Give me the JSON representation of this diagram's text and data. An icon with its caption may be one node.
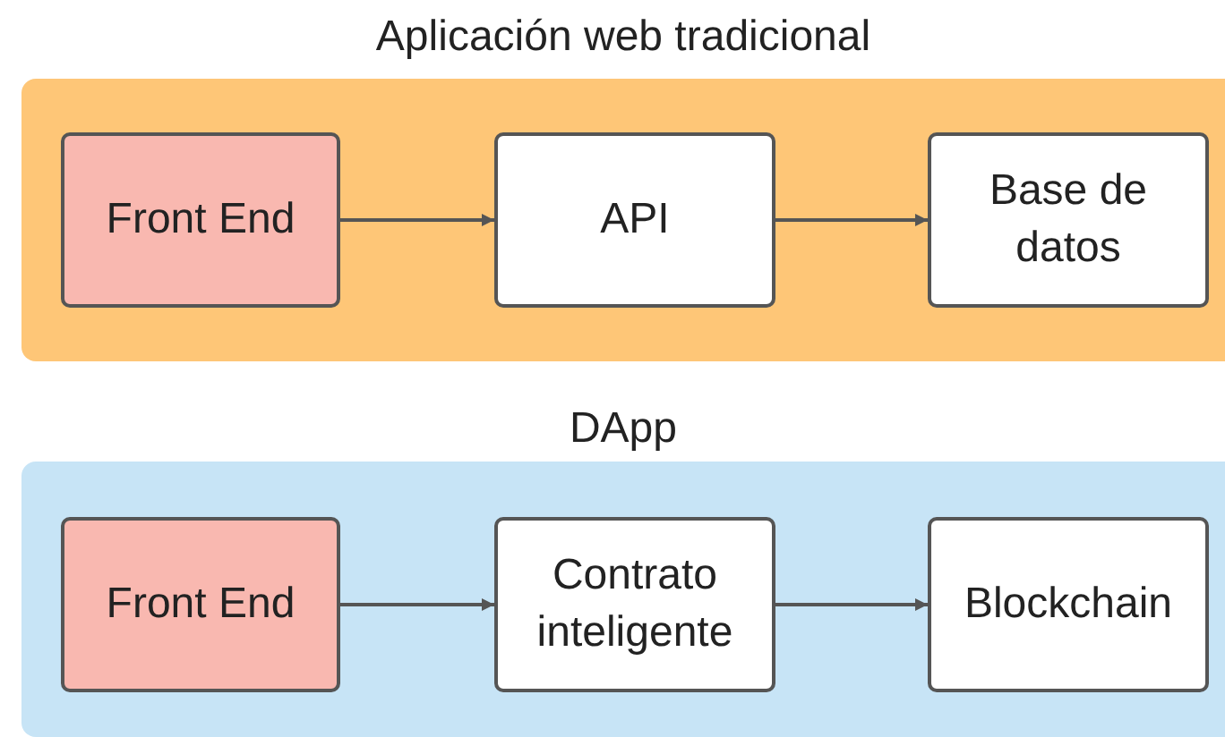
{
  "diagram": {
    "nodes": [
      {
        "text": [
          "Aplicación web tradicional"
        ]
      },
      {
        "text": [
          "Front End"
        ],
        "in": 0
      },
      {
        "text": [
          "API"
        ],
        "in": 0
      },
      {
        "text": [
          "Base de datos"
        ],
        "in": 0
      },
      {
        "text": [
          "DApp"
        ]
      },
      {
        "text": [
          "Front End"
        ],
        "in": 4
      },
      {
        "text": [
          "Contrato inteligente"
        ],
        "in": 4
      },
      {
        "text": [
          "Blockchain"
        ],
        "in": 4
      }
    ],
    "edges": [
      {
        "from": 1,
        "to": 2,
        "arrow": "to"
      },
      {
        "from": 2,
        "to": 3,
        "arrow": "to"
      },
      {
        "from": 5,
        "to": 6,
        "arrow": "to"
      },
      {
        "from": 6,
        "to": 7,
        "arrow": "to"
      }
    ]
  }
}
